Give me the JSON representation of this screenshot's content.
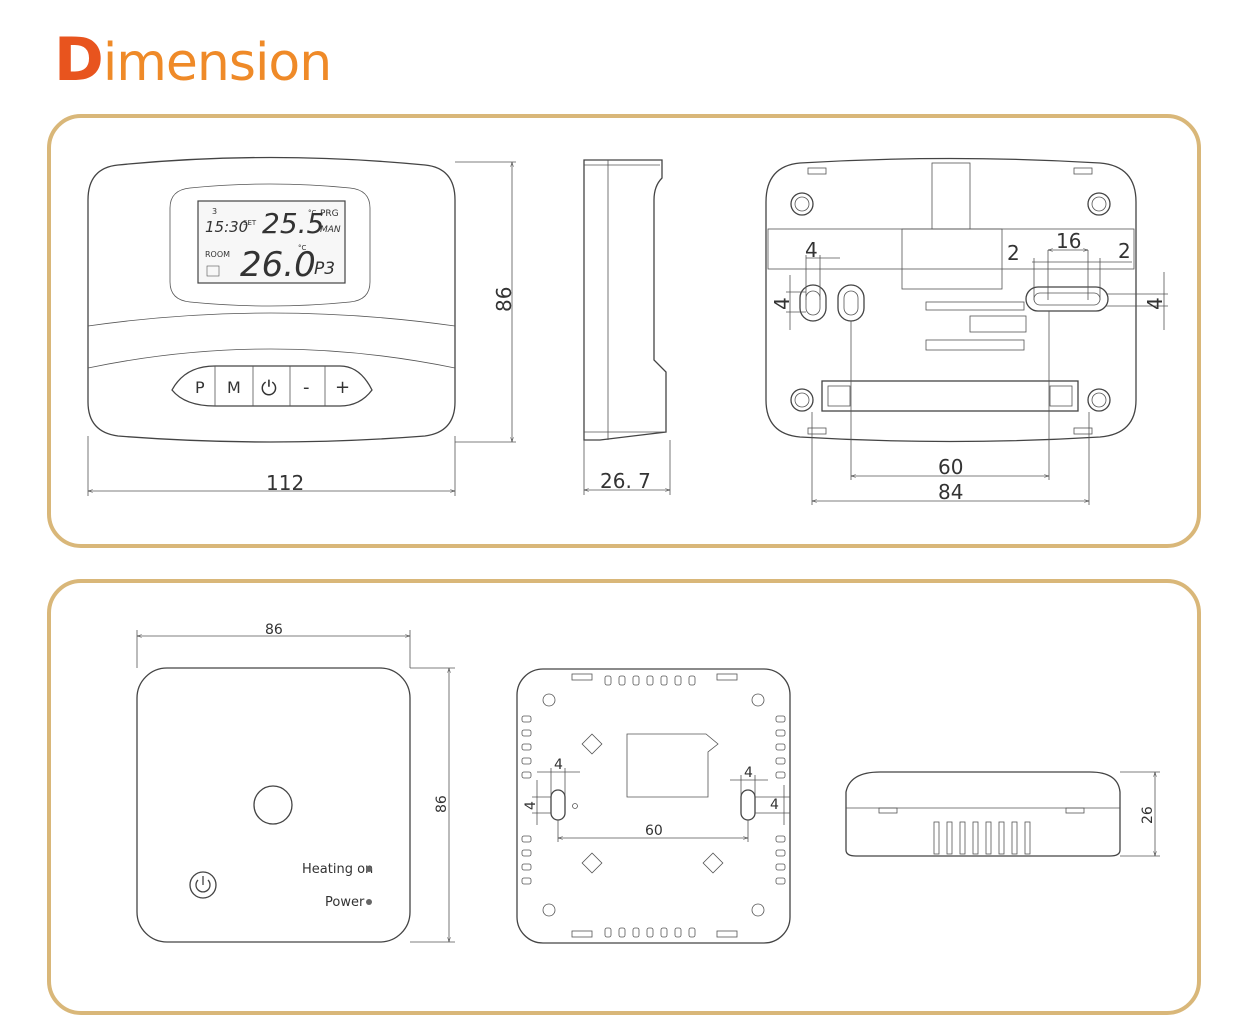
{
  "title": {
    "first_letter": "D",
    "rest": "imension"
  },
  "top_panel": {
    "front": {
      "lcd": {
        "clock": "15:30",
        "day": "3",
        "set_label": "SET",
        "set_temp": "25.5",
        "unit": "°C",
        "prg": "PRG",
        "man": "MAN",
        "room_label": "ROOM",
        "room_temp": "26.0",
        "unit2": "°C",
        "program": "P3"
      },
      "buttons": [
        "P",
        "M",
        "⏻",
        "-",
        "+"
      ],
      "width_label": "112",
      "height_label": "86"
    },
    "side": {
      "depth_label": "26. 7"
    },
    "back": {
      "hole_width": "4",
      "hole_height_left": "4",
      "slot_gap_left": "2",
      "slot_length": "16",
      "slot_gap_right": "2",
      "slot_height_right": "4",
      "hole_spacing": "60",
      "mount_spacing": "84"
    }
  },
  "bottom_panel": {
    "receiver_front": {
      "width_label": "86",
      "height_label": "86",
      "heating_label": "Heating on",
      "power_label": "Power",
      "power_icon": "power-icon"
    },
    "receiver_back": {
      "hole_width_left": "4",
      "hole_height_left": "4",
      "hole_width_right": "4",
      "hole_height_right": "4",
      "hole_spacing": "60"
    },
    "receiver_side": {
      "depth_label": "26"
    }
  },
  "colors": {
    "frame": "#d9b779",
    "title_first": "#e8541e",
    "title_rest": "#ef8a28"
  }
}
